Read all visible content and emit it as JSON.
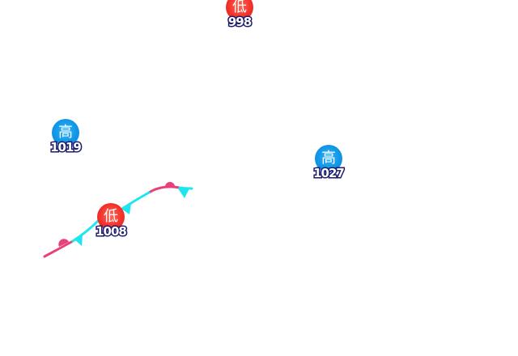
{
  "map": {
    "background_color": "#ffffff",
    "pressure_centers": [
      {
        "type": "low",
        "symbol": "低",
        "pressure": "998",
        "color": "#f2312a"
      },
      {
        "type": "high",
        "symbol": "高",
        "pressure": "1019",
        "color": "#1196e6"
      },
      {
        "type": "high",
        "symbol": "高",
        "pressure": "1027",
        "color": "#1196e6"
      },
      {
        "type": "low",
        "symbol": "低",
        "pressure": "1008",
        "color": "#f2312a"
      }
    ],
    "front": {
      "type": "stationary",
      "warm_color": "#e8407a",
      "cold_color": "#1ee6f0"
    }
  }
}
